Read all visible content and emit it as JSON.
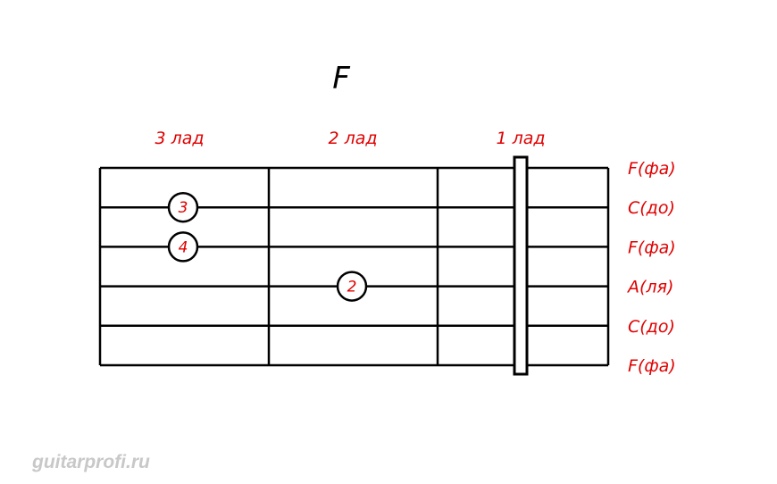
{
  "chord": {
    "name": "F",
    "frets": [
      {
        "label": "3 лад",
        "number": 3
      },
      {
        "label": "2 лад",
        "number": 2
      },
      {
        "label": "1 лад",
        "number": 1
      }
    ],
    "strings": [
      {
        "number": 1,
        "note": "F(фа)"
      },
      {
        "number": 2,
        "note": "C(до)"
      },
      {
        "number": 3,
        "note": "F(фа)"
      },
      {
        "number": 4,
        "note": "A(ля)"
      },
      {
        "number": 5,
        "note": "C(до)"
      },
      {
        "number": 6,
        "note": "F(фа)"
      }
    ],
    "barre": {
      "fret": 1,
      "from_string": 1,
      "to_string": 6
    },
    "fingers": [
      {
        "finger": "3",
        "fret": 3,
        "string": 2
      },
      {
        "finger": "4",
        "fret": 3,
        "string": 3
      },
      {
        "finger": "2",
        "fret": 2,
        "string": 4
      }
    ]
  },
  "watermark": "guitarprofi.ru",
  "colors": {
    "accent": "#e00000",
    "lines": "#000000",
    "watermark": "#c8c8c8"
  }
}
